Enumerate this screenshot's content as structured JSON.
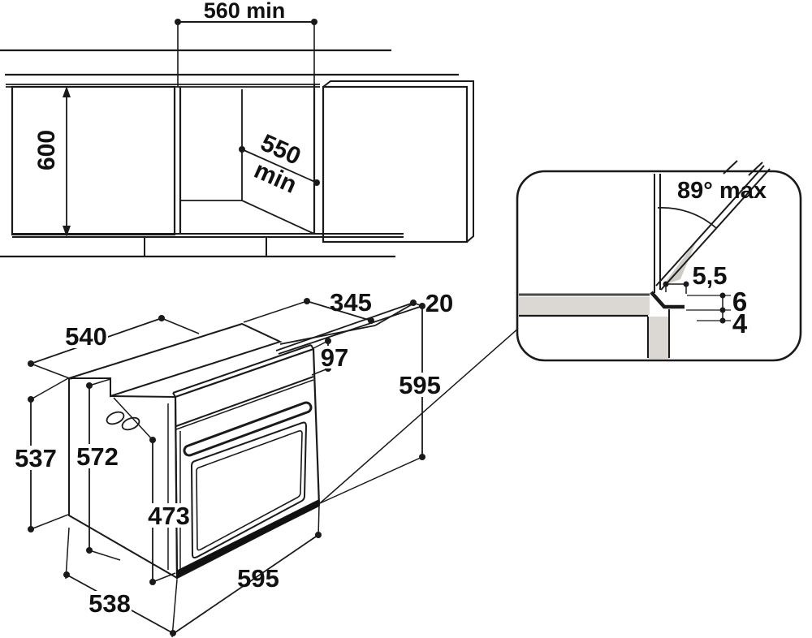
{
  "labels": {
    "top_view": {
      "niche_width": "560 min",
      "niche_height": "600",
      "niche_depth_line1": "550",
      "niche_depth_line2": "min"
    },
    "oven": {
      "top_width": "540",
      "top_depth": "345",
      "rear_gap": "20",
      "panel_height": "97",
      "front_height": "595",
      "rear_height": "537",
      "mid_height": "572",
      "door_height": "473",
      "bottom_depth": "538",
      "front_width": "595"
    },
    "detail": {
      "max_angle": "89° max",
      "gap_top": "5,5",
      "gap_mid": "6",
      "gap_bottom": "4"
    }
  },
  "colors": {
    "ink": "#1a1a1a",
    "shade": "#dbd8d3"
  }
}
